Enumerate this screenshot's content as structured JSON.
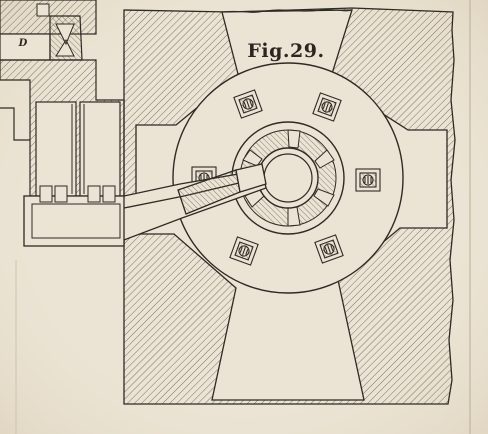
{
  "figure": {
    "label": "Fig.29.",
    "letter_d": "D"
  },
  "colors": {
    "paper": "#ebe3d3",
    "ink": "#2e2a24",
    "hatch": "#6d6558",
    "stain": "#d9cdb6"
  },
  "parts": {
    "cylinder_bolts": 6,
    "hub_bore": "round",
    "hub_segments": 8
  }
}
